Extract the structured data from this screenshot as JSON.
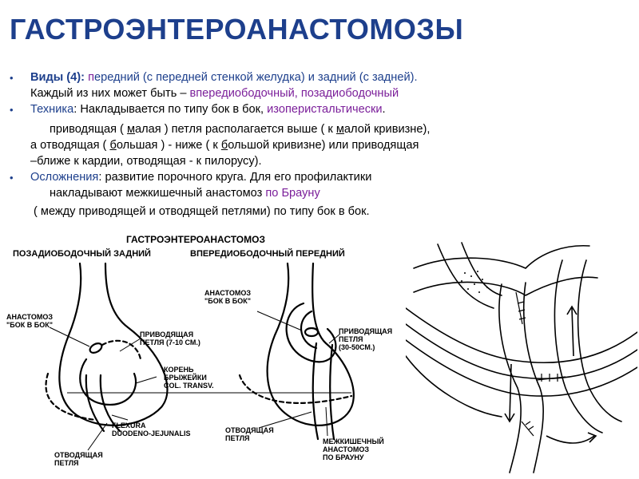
{
  "title": "ГАСТРОЭНТЕРОАНАСТОМОЗЫ",
  "bullets": {
    "b1_label": "Виды (4):",
    "b1_p": "п",
    "b1_text": "ередний (с передней стенкой желудка) и задний (с задней).",
    "b1_line2_a": "Каждый из них может быть – ",
    "b1_line2_b": "впередиободочный, позадиободочный",
    "b2_label": "Техника",
    "b2_text": ": Накладывается по типу бок в бок, ",
    "b2_purple": "изоперистальтически",
    "b2_dot": ".",
    "b2_l2_a": "приводящая ( ",
    "b2_l2_u": "м",
    "b2_l2_b": "алая ) петля располагается выше ( к ",
    "b2_l2_u2": "м",
    "b2_l2_c": "алой кривизне),",
    "b2_l3_a": "а отводящая ( ",
    "b2_l3_u": "б",
    "b2_l3_b": "ольшая ) - ниже ( к ",
    "b2_l3_u2": "б",
    "b2_l3_c": "ольшой кривизне) или приводящая",
    "b2_l4": "–ближе к кардии, отводящая - к пилорусу).",
    "b3_label": "Осложнения",
    "b3_text": ": развитие порочного круга. Для его профилактики",
    "b3_l2_a": "накладывают межкишечный анастомоз ",
    "b3_l2_purple": "по Брауну",
    "b3_l3": "( между приводящей и отводящей петлями) по типу бок в бок."
  },
  "figure": {
    "title": "ГАСТРОЭНТЕРОАНАСТОМОЗ",
    "sub_left": "ПОЗАДИОБОДОЧНЫЙ ЗАДНИЙ",
    "sub_right": "ВПЕРЕДИОБОДОЧНЫЙ ПЕРЕДНИЙ",
    "l_anast_1": "АНАСТОМОЗ",
    "l_anast_2": "\"БОК В БОК\"",
    "l_priv_1": "ПРИВОДЯЩАЯ",
    "l_priv_2": "ПЕТЛЯ (7-10 СМ.)",
    "l_koren_1": "КОРЕНЬ",
    "l_koren_2": "БРЫЖЕЙКИ",
    "l_koren_3": "COL. TRANSV.",
    "l_flex_1": "FLEXURA",
    "l_flex_2": "DUODENO-JEJUNALIS",
    "l_otv_1": "ОТВОДЯЩАЯ",
    "l_otv_2": "ПЕТЛЯ",
    "r_anast_1": "АНАСТОМОЗ",
    "r_anast_2": "\"БОК В БОК\"",
    "r_priv_1": "ПРИВОДЯЩАЯ",
    "r_priv_2": "ПЕТЛЯ",
    "r_priv_3": "(30-50СМ.)",
    "r_otv_1": "ОТВОДЯЩАЯ",
    "r_otv_2": "ПЕТЛЯ",
    "r_mezh_1": "МЕЖКИШЕЧНЫЙ",
    "r_mezh_2": "АНАСТОМОЗ",
    "r_mezh_3": "ПО БРАУНУ"
  }
}
